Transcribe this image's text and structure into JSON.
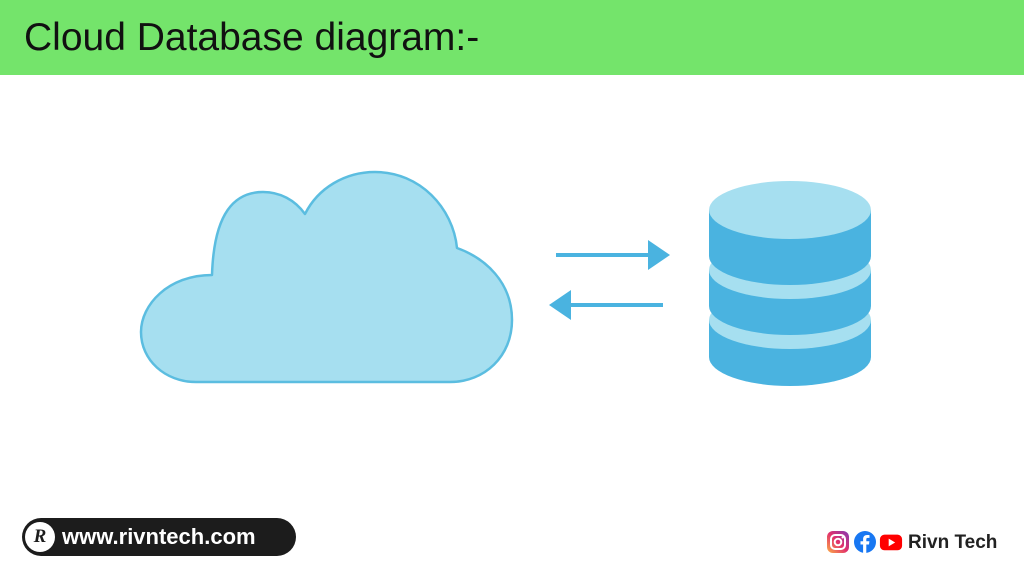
{
  "header": {
    "title": "Cloud Database diagram:-",
    "background": "#74e46b"
  },
  "diagram": {
    "nodes": [
      {
        "id": "cloud",
        "icon": "cloud-icon",
        "fill": "#a6dff0",
        "stroke": "#5bbde0"
      },
      {
        "id": "database",
        "icon": "database-icon",
        "fill": "#4ab3e0",
        "top_fill": "#a6dff0"
      }
    ],
    "edges": [
      {
        "from": "cloud",
        "to": "database",
        "icon": "arrow-right-icon",
        "color": "#4ab3e0"
      },
      {
        "from": "database",
        "to": "cloud",
        "icon": "arrow-left-icon",
        "color": "#4ab3e0"
      }
    ]
  },
  "footer": {
    "site_logo_letter": "R",
    "site_url": "www.rivntech.com",
    "brand_name": "Rivn Tech",
    "social_icons": [
      "instagram-icon",
      "facebook-icon",
      "youtube-icon"
    ]
  }
}
